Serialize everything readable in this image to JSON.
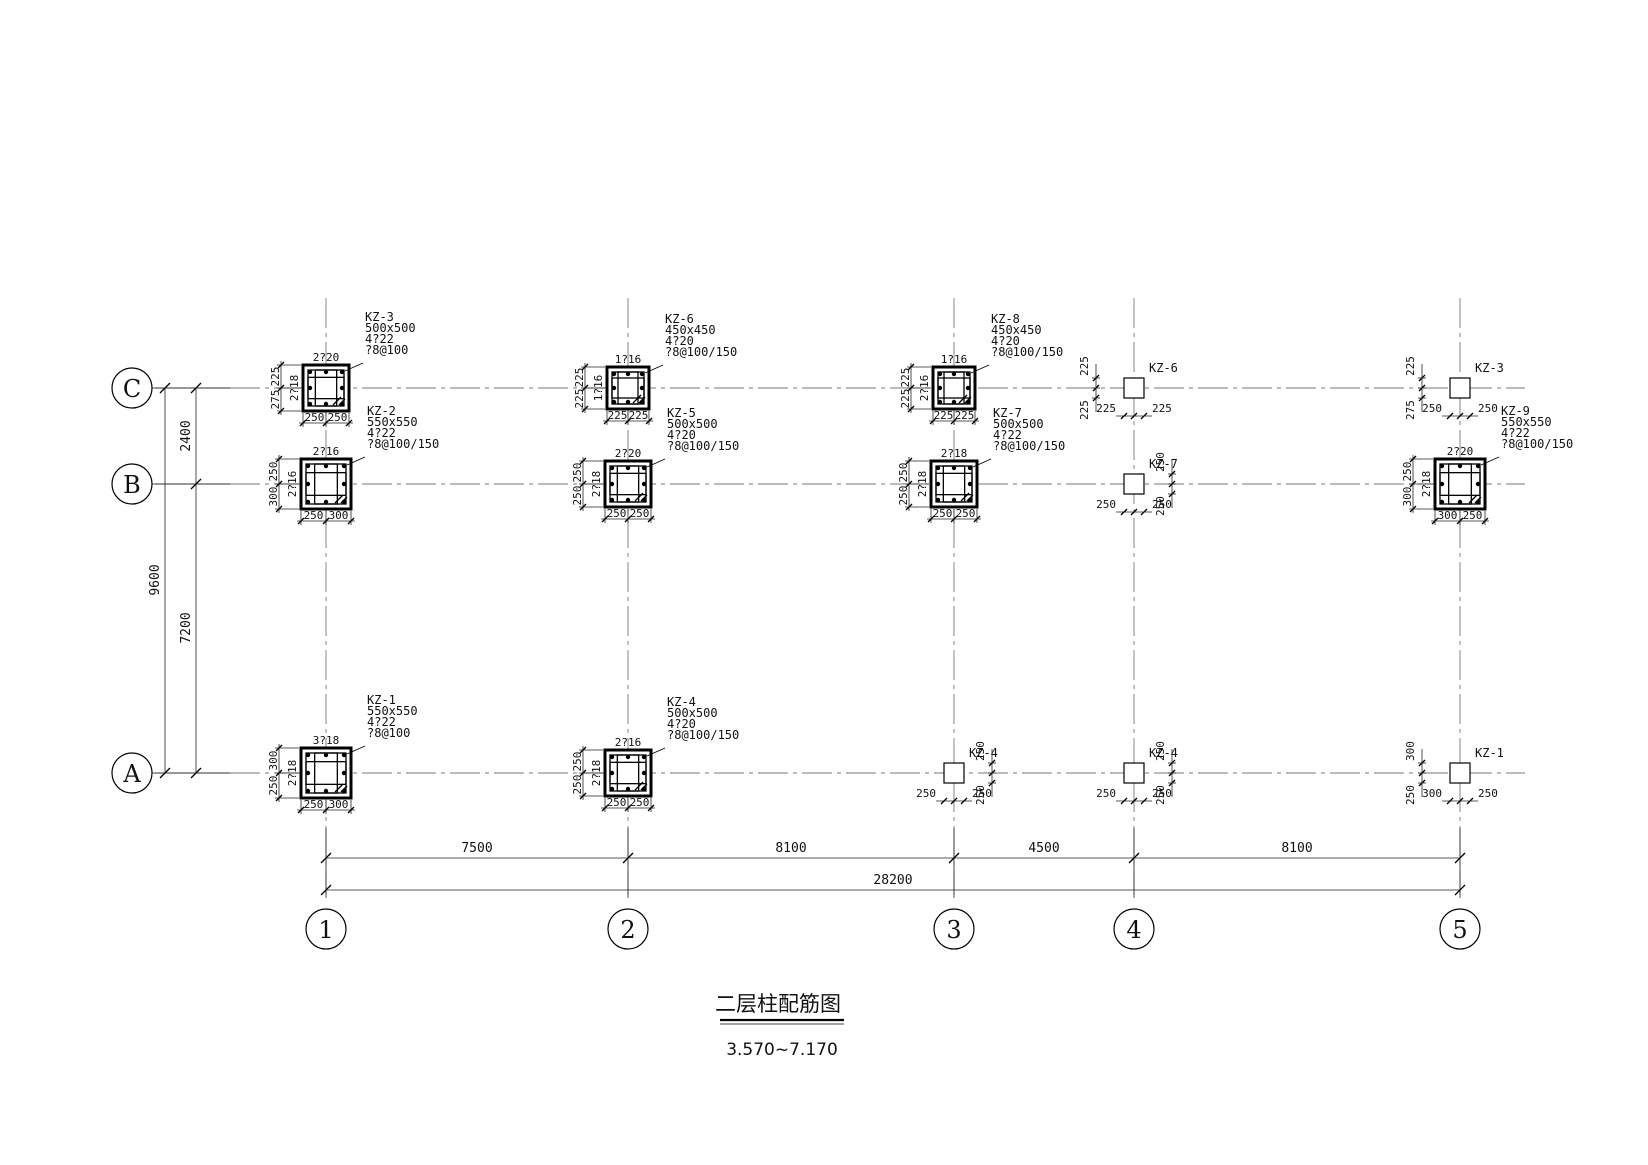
{
  "title": "二层柱配筋图",
  "subtitle": "3.570~7.170",
  "axes": {
    "vertical": [
      "1",
      "2",
      "3",
      "4",
      "5"
    ],
    "horizontal": [
      "A",
      "B",
      "C"
    ]
  },
  "dimensions": {
    "x_spans": [
      "7500",
      "8100",
      "4500",
      "8100"
    ],
    "x_total": "28200",
    "y_spans": [
      "2400",
      "7200"
    ],
    "y_total": "9600"
  },
  "columns": [
    {
      "id": "KZ-3",
      "size": "500x500",
      "corner": "4?22",
      "stirrup": "?8@100",
      "top_bars": "2?20",
      "side_bars": "2?18",
      "bdim": [
        "250",
        "250"
      ],
      "hdim": [
        "225",
        "275"
      ]
    },
    {
      "id": "KZ-2",
      "size": "550x550",
      "corner": "4?22",
      "stirrup": "?8@100/150",
      "top_bars": "2?16",
      "side_bars": "2?16",
      "bdim": [
        "250",
        "300"
      ],
      "hdim": [
        "250",
        "300"
      ]
    },
    {
      "id": "KZ-1",
      "size": "550x550",
      "corner": "4?22",
      "stirrup": "?8@100",
      "top_bars": "3?18",
      "side_bars": "2?18",
      "bdim": [
        "250",
        "300"
      ],
      "hdim": [
        "300",
        "250"
      ]
    },
    {
      "id": "KZ-6",
      "size": "450x450",
      "corner": "4?20",
      "stirrup": "?8@100/150",
      "top_bars": "1?16",
      "side_bars": "1?16",
      "bdim": [
        "225",
        "225"
      ],
      "hdim": [
        "225",
        "225"
      ]
    },
    {
      "id": "KZ-5",
      "size": "500x500",
      "corner": "4?20",
      "stirrup": "?8@100/150",
      "top_bars": "2?20",
      "side_bars": "2?18",
      "bdim": [
        "250",
        "250"
      ],
      "hdim": [
        "250",
        "250"
      ]
    },
    {
      "id": "KZ-4",
      "size": "500x500",
      "corner": "4?20",
      "stirrup": "?8@100/150",
      "top_bars": "2?16",
      "side_bars": "2?18",
      "bdim": [
        "250",
        "250"
      ],
      "hdim": [
        "250",
        "250"
      ]
    },
    {
      "id": "KZ-8",
      "size": "450x450",
      "corner": "4?20",
      "stirrup": "?8@100/150",
      "top_bars": "1?16",
      "side_bars": "2?16",
      "bdim": [
        "225",
        "225"
      ],
      "hdim": [
        "225",
        "225"
      ]
    },
    {
      "id": "KZ-7",
      "size": "500x500",
      "corner": "4?22",
      "stirrup": "?8@100/150",
      "top_bars": "2?18",
      "side_bars": "2?18",
      "bdim": [
        "250",
        "250"
      ],
      "hdim": [
        "250",
        "250"
      ]
    },
    {
      "id": "KZ-9",
      "size": "550x550",
      "corner": "4?22",
      "stirrup": "?8@100/150",
      "top_bars": "2?20",
      "side_bars": "2?18",
      "bdim": [
        "300",
        "250"
      ],
      "hdim": [
        "250",
        "300"
      ]
    }
  ],
  "simple_columns": [
    {
      "id": "KZ-6",
      "dims": [
        "225",
        "225",
        "225",
        "225"
      ]
    },
    {
      "id": "KZ-3",
      "dims": [
        "225",
        "275",
        "250",
        "250"
      ]
    },
    {
      "id": "KZ-7",
      "dims": [
        "250",
        "250",
        "250",
        "250"
      ]
    },
    {
      "id": "KZ-4",
      "dims": [
        "250",
        "250",
        "250",
        "250"
      ]
    },
    {
      "id": "KZ-4",
      "dims": [
        "250",
        "250",
        "250",
        "250"
      ]
    },
    {
      "id": "KZ-1",
      "dims": [
        "300",
        "250",
        "300",
        "250"
      ]
    }
  ]
}
